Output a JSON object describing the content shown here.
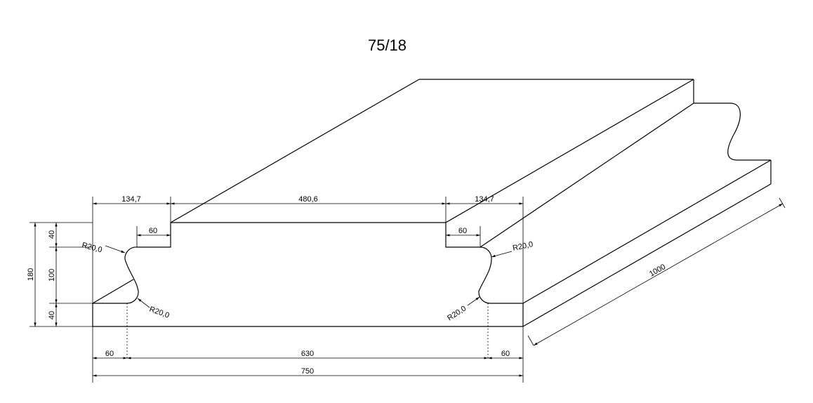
{
  "title": "75/18",
  "dimensions": {
    "top_left": "134,7",
    "top_middle": "480,6",
    "top_right": "134,7",
    "notch_left": "60",
    "notch_right": "60",
    "height_total": "180",
    "height_top": "40",
    "height_middle": "100",
    "height_bottom": "40",
    "bottom_left": "60",
    "bottom_middle": "630",
    "bottom_right": "60",
    "width_total": "750",
    "length": "1000"
  },
  "radii": {
    "upper_left": "R20,0",
    "lower_left": "R20,0",
    "upper_right": "R20,0",
    "lower_right": "R20,0"
  }
}
